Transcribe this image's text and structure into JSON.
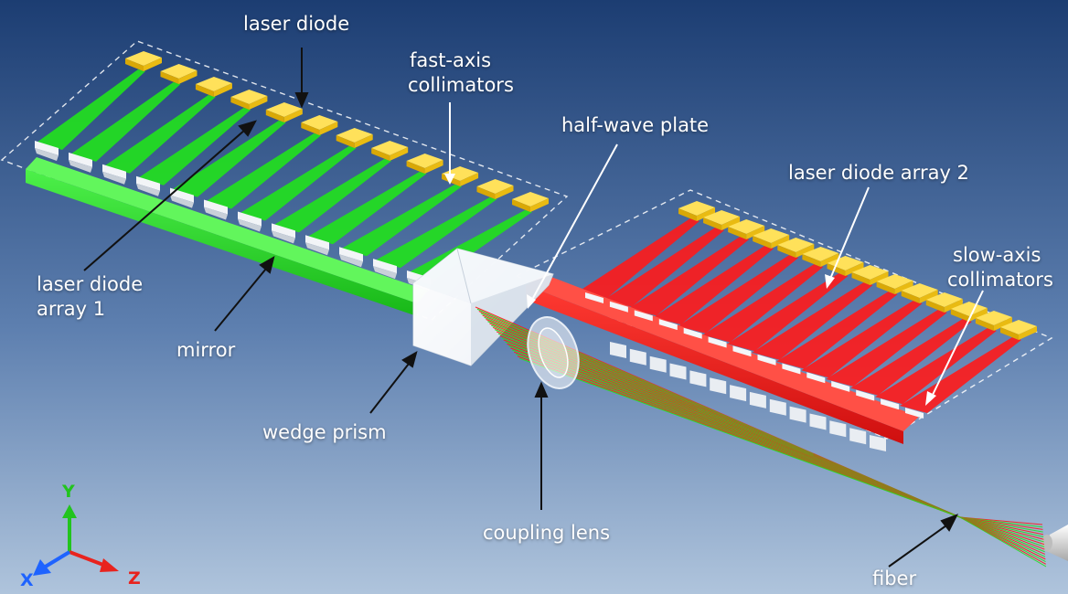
{
  "labels": {
    "laser_diode": "laser diode",
    "fast_axis_collimators": [
      "fast-axis",
      "collimators"
    ],
    "half_wave_plate": "half-wave plate",
    "laser_diode_array_2": "laser diode array 2",
    "slow_axis_collimators": [
      "slow-axis",
      "collimators"
    ],
    "laser_diode_array_1": [
      "laser diode",
      "array 1"
    ],
    "mirror": "mirror",
    "wedge_prism": "wedge prism",
    "coupling_lens": "coupling lens",
    "fiber": "fiber"
  },
  "axes": {
    "x": "X",
    "y": "Y",
    "z": "Z"
  },
  "colors": {
    "background_top": "#1c3d72",
    "background_bottom": "#a9bfd9",
    "laser_diode": "#f5cf1e",
    "green_beam": "#22e01e",
    "red_beam": "#ff1a1a",
    "axis_x": "#1e63ff",
    "axis_y": "#22c41e",
    "axis_z": "#e8231e"
  }
}
